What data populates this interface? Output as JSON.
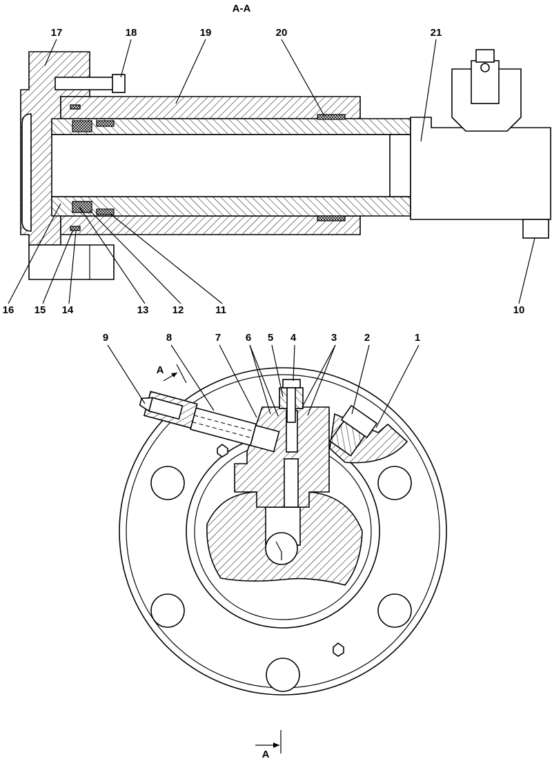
{
  "title": "A-A",
  "section_marker": "A",
  "callouts": [
    "1",
    "2",
    "3",
    "4",
    "5",
    "6",
    "7",
    "8",
    "9",
    "10",
    "11",
    "12",
    "13",
    "14",
    "15",
    "16",
    "17",
    "18",
    "19",
    "20",
    "21"
  ],
  "colors": {
    "line": "#000000",
    "background": "#ffffff"
  }
}
